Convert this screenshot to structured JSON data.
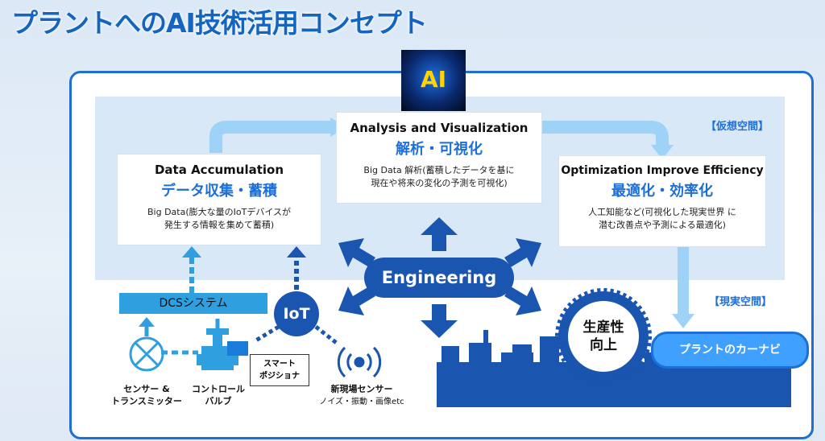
{
  "title": "プラントへのAI技術活用コンセプト",
  "ai_label": "AI",
  "space_virtual": "【仮想空間】",
  "space_real": "【現実空間】",
  "box_accum": {
    "en": "Data Accumulation",
    "ja": "データ収集・蓄積",
    "desc1": "Big Data(膨大な量のIoTデバイスが",
    "desc2": "発生する情報を集めて蓄積)"
  },
  "box_analysis": {
    "en": "Analysis and Visualization",
    "ja": "解析・可視化",
    "desc1": "Big Data 解析(蓄積したデータを基に",
    "desc2": "現在や将来の変化の予測を可視化)"
  },
  "box_opt": {
    "en": "Optimization Improve Efficiency",
    "ja": "最適化・効率化",
    "desc1": "人工知能など(可視化した現実世界 に",
    "desc2": "潜む改善点や予測による最適化)"
  },
  "engineering": "Engineering",
  "iot": "IoT",
  "dcs": "DCSシステム",
  "navi": "プラントのカーナビ",
  "productivity": {
    "line1": "生産性",
    "line2": "向上"
  },
  "smart_positioner": {
    "line1": "スマート",
    "line2": "ポジショナ"
  },
  "sensor": {
    "line1": "センサー &",
    "line2": "トランスミッター"
  },
  "valve": {
    "line1": "コントロール",
    "line2": "バルブ"
  },
  "field_sensor": {
    "line1": "新現場センサー",
    "line2": "ノイズ・振動・画像etc"
  },
  "colors": {
    "accent": "#1d6fd6",
    "dark_blue": "#1a55b0",
    "light_blue": "#3fa0ff"
  }
}
